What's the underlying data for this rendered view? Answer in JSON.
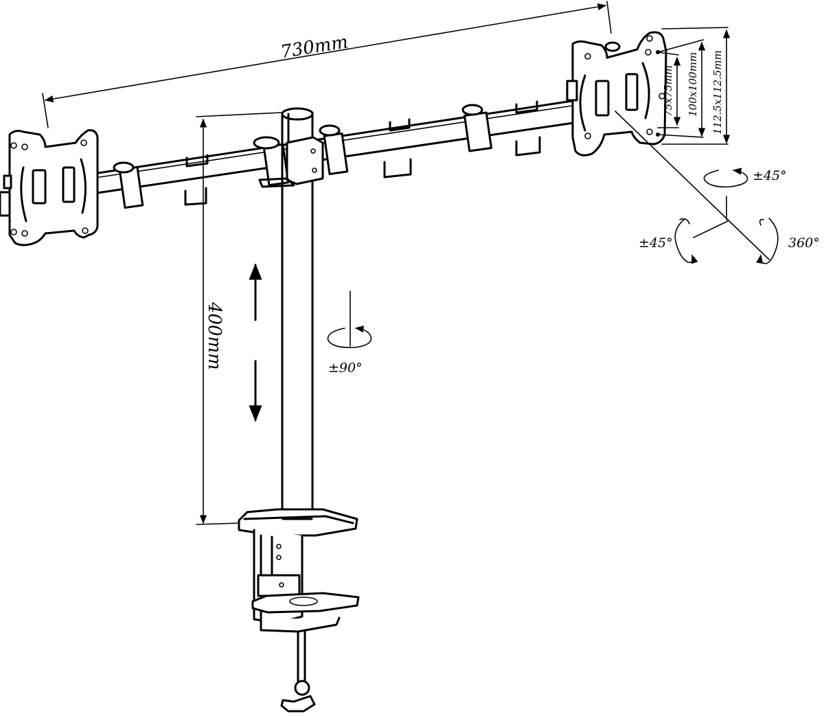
{
  "labels": {
    "arm_span": "730mm",
    "pole_height": "400mm",
    "vesa_small": "75x75mm",
    "vesa_medium": "100x100mm",
    "vesa_large": "112.5x112.5mm",
    "tilt": "±45°",
    "swivel": "±45°",
    "rotation": "360°",
    "arm_rotation": "±90°"
  },
  "colors": {
    "line": "#000000",
    "background": "#ffffff"
  }
}
